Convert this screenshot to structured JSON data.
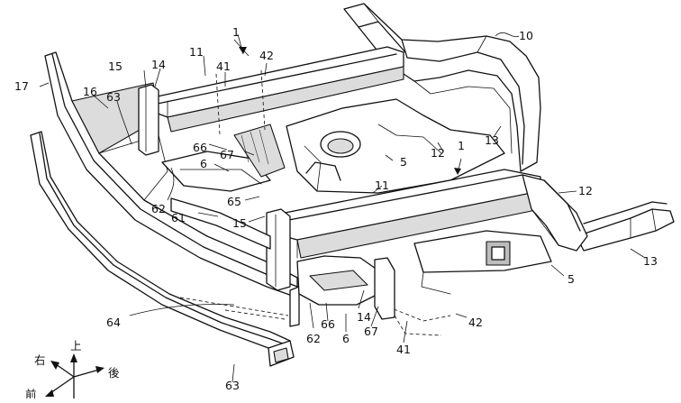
{
  "figure": {
    "labels": {
      "l1_top": "1",
      "l1_mid": "1",
      "l10": "10",
      "l11_top": "11",
      "l11_mid": "11",
      "l12_top": "12",
      "l12_right": "12",
      "l13_top": "13",
      "l13_right": "13",
      "l14_top": "14",
      "l14_bottom": "14",
      "l15_top": "15",
      "l15_mid": "15",
      "l16": "16",
      "l17": "17",
      "l41_top": "41",
      "l41_bottom": "41",
      "l42_top": "42",
      "l42_bottom": "42",
      "l5_top": "5",
      "l5_right": "5",
      "l6_left": "6",
      "l6_bottom": "6",
      "l61": "61",
      "l62_left": "62",
      "l62_bottom": "62",
      "l63_top": "63",
      "l63_bottom": "63",
      "l64": "64",
      "l65": "65",
      "l66_left": "66",
      "l66_bottom": "66",
      "l67_left": "67",
      "l67_bottom": "67"
    },
    "axes": {
      "up": "上",
      "right": "右",
      "rear": "後",
      "front": "前"
    }
  }
}
